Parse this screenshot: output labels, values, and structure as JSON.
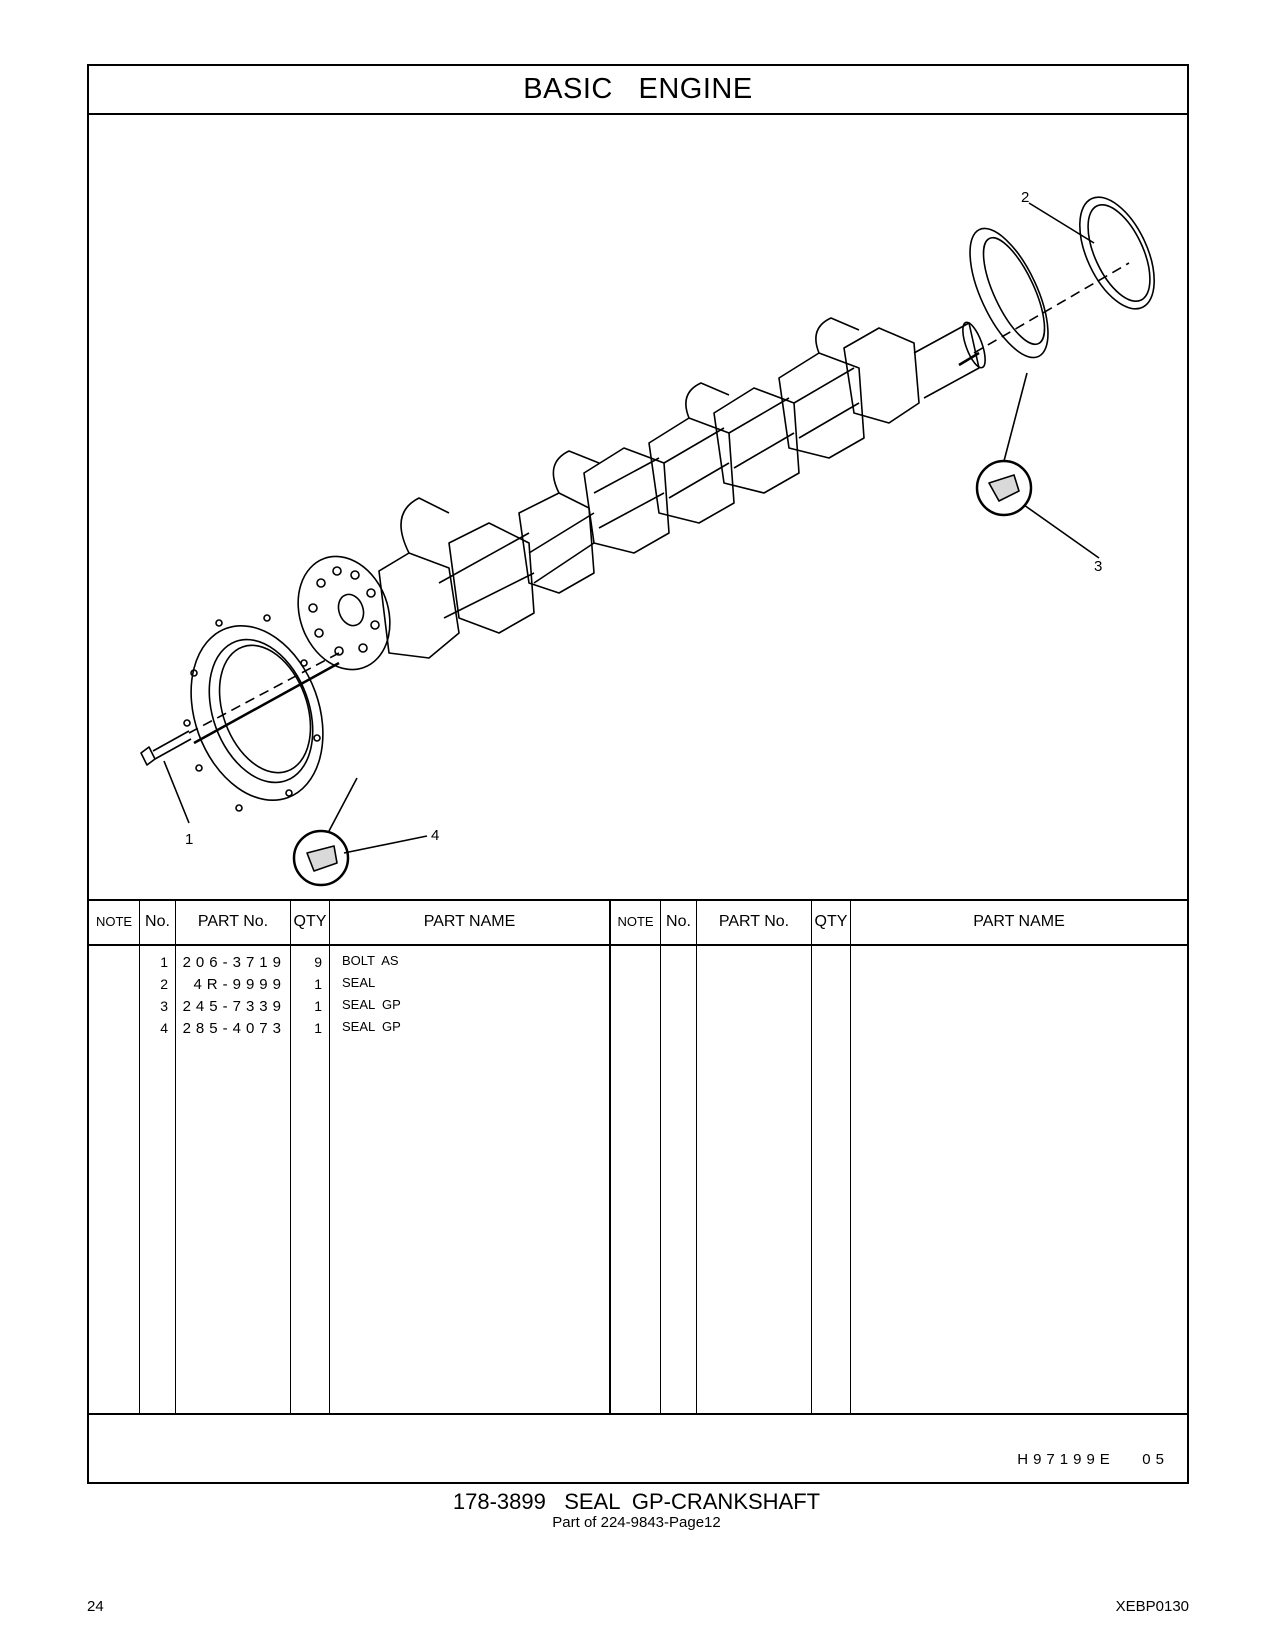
{
  "title": "BASIC   ENGINE",
  "callouts": [
    "1",
    "2",
    "3",
    "4"
  ],
  "table": {
    "headers": {
      "note": "NOTE",
      "no": "No.",
      "part_no": "PART No.",
      "qty": "QTY",
      "part_name": "PART NAME"
    },
    "rows": [
      {
        "no": "1",
        "part_no": "206-3719",
        "qty": "9",
        "part_name": "BOLT  AS"
      },
      {
        "no": "2",
        "part_no": "4R-9999",
        "qty": "1",
        "part_name": "SEAL"
      },
      {
        "no": "3",
        "part_no": "245-7339",
        "qty": "1",
        "part_name": "SEAL  GP"
      },
      {
        "no": "4",
        "part_no": "285-4073",
        "qty": "1",
        "part_name": "SEAL  GP"
      }
    ]
  },
  "drawing_code": "H97199E   05",
  "caption": "178-3899   SEAL  GP-CRANKSHAFT",
  "subcaption": "Part of 224-9843-Page12",
  "page_number": "24",
  "doc_code": "XEBP0130"
}
